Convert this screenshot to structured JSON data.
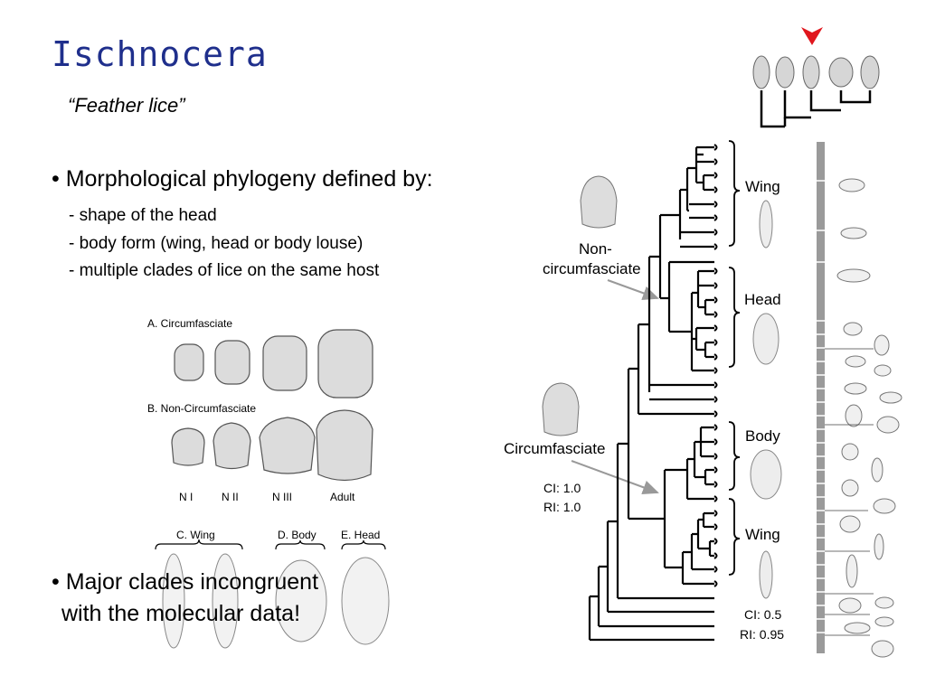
{
  "slide": {
    "title": "Ischnocera",
    "subtitle": "“Feather lice”",
    "bullet1": "• Morphological phylogeny defined by:",
    "subpoints": [
      "- shape of the head",
      "- body form (wing, head or body louse)",
      "- multiple clades of lice on the same host"
    ],
    "bullet2_line1": "• Major clades incongruent",
    "bullet2_line2": "with the molecular data!"
  },
  "figure": {
    "label_a": "A. Circumfasciate",
    "label_b": "B. Non-Circumfasciate",
    "stages": [
      "N I",
      "N II",
      "N III",
      "Adult"
    ],
    "label_c": "C. Wing",
    "label_d": "D. Body",
    "label_e": "E. Head"
  },
  "tree": {
    "left_label_1": "Non-\ncircumfasciate",
    "left_label_1a": "Non-",
    "left_label_1b": "circumfasciate",
    "left_label_2": "Circumfasciate",
    "ci_left": "CI: 1.0",
    "ri_left": "RI: 1.0",
    "clades": [
      "Wing",
      "Head",
      "Body",
      "Wing"
    ],
    "ci_right": "CI: 0.5",
    "ri_right": "RI: 0.95",
    "colors": {
      "arrow_red": "#e0161d",
      "host_bar": "#9a9a9a",
      "title": "#1f2f8c"
    }
  }
}
